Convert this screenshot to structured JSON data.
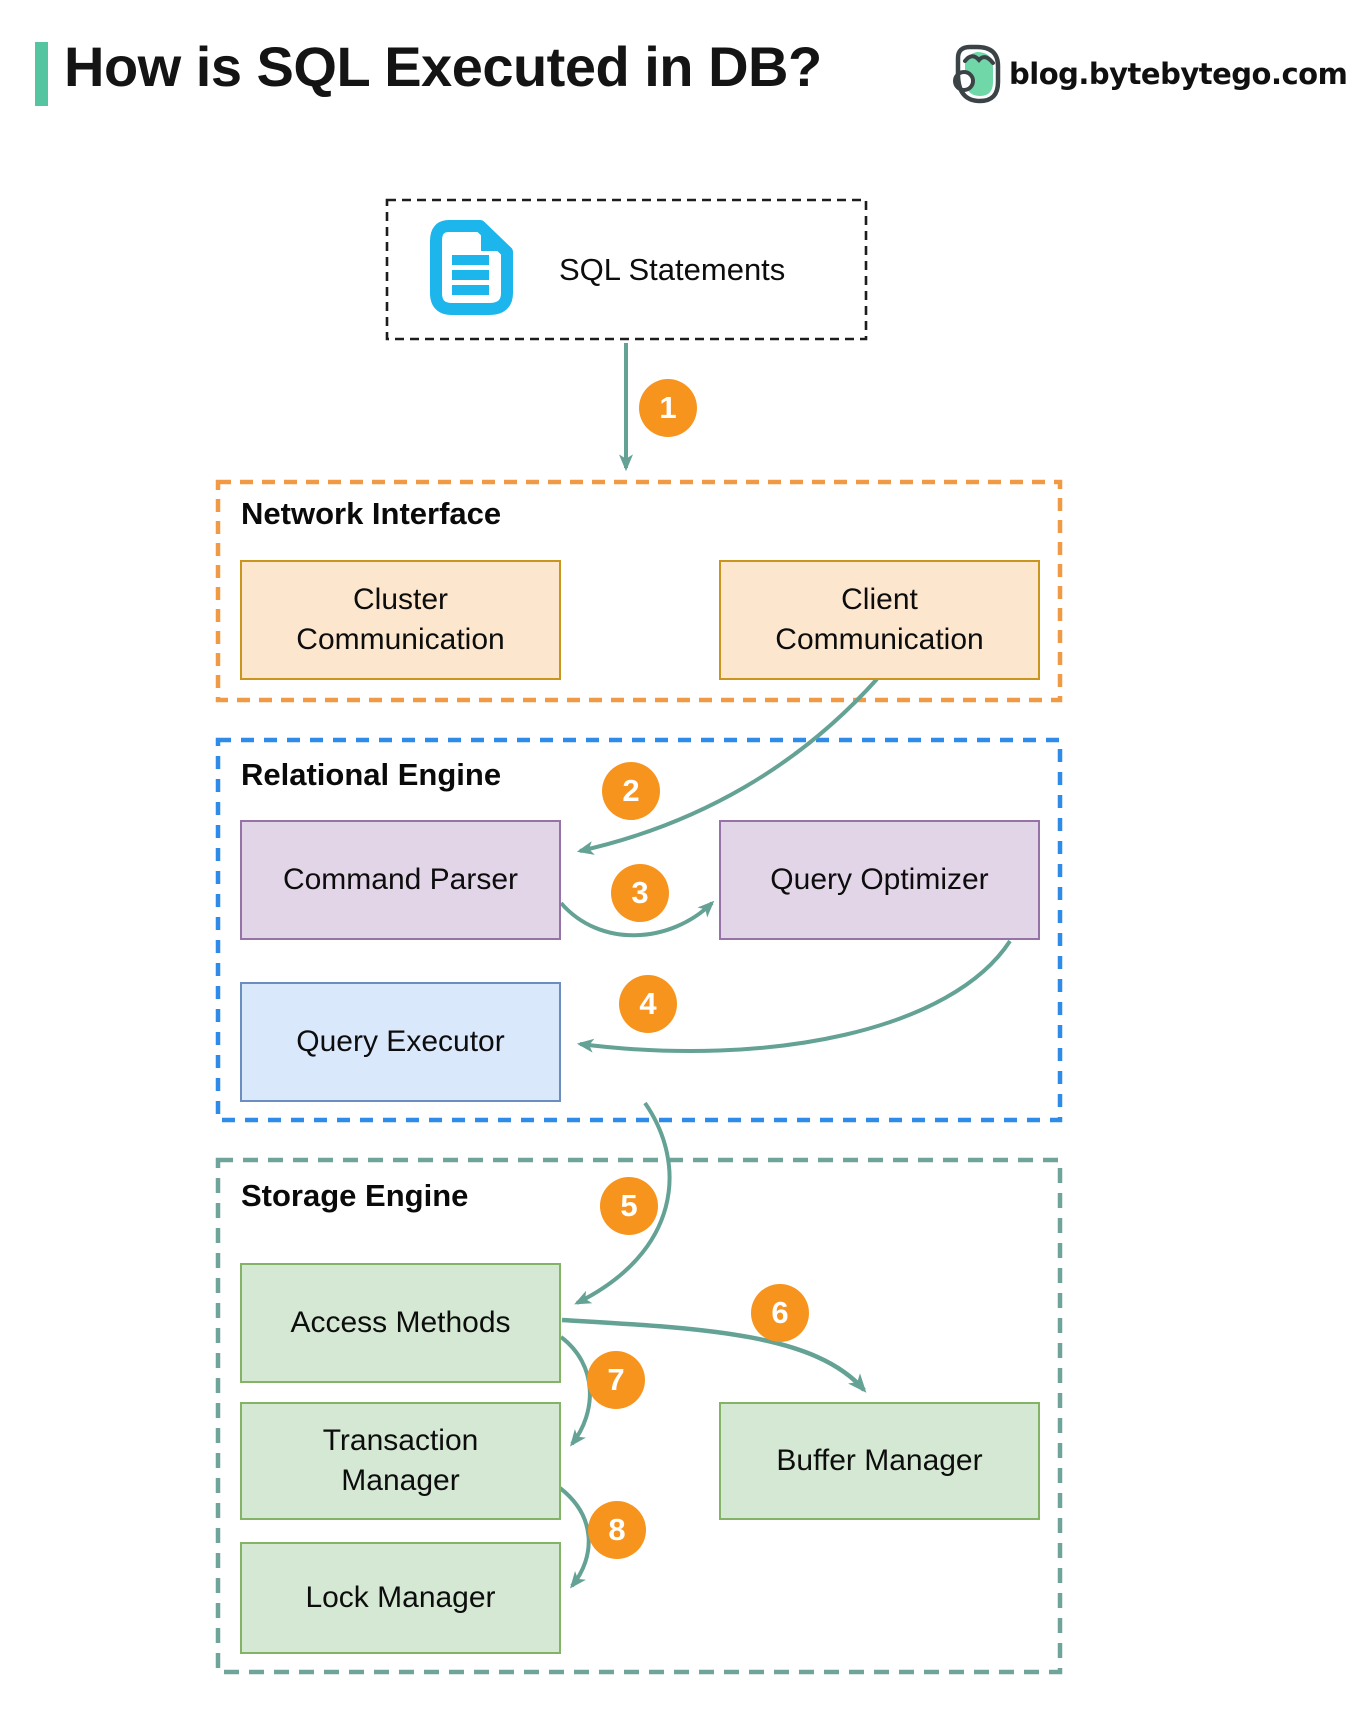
{
  "header": {
    "title": "How is SQL Executed in DB?",
    "site": "blog.bytebytego.com"
  },
  "diagram": {
    "source_label": "SQL Statements",
    "sections": {
      "network": {
        "label": "Network Interface",
        "boxes": {
          "cluster": {
            "label": "Cluster Communication"
          },
          "client": {
            "label": "Client Communication"
          }
        }
      },
      "relational": {
        "label": "Relational Engine",
        "boxes": {
          "command_parser": {
            "label": "Command Parser"
          },
          "query_optimizer": {
            "label": "Query Optimizer"
          },
          "query_executor": {
            "label": "Query Executor"
          }
        }
      },
      "storage": {
        "label": "Storage Engine",
        "boxes": {
          "access_methods": {
            "label": "Access Methods"
          },
          "transaction_manager": {
            "label": "Transaction Manager"
          },
          "lock_manager": {
            "label": "Lock Manager"
          },
          "buffer_manager": {
            "label": "Buffer Manager"
          }
        }
      }
    },
    "steps": [
      {
        "n": "1",
        "from": "SQL Statements",
        "to": "Network Interface"
      },
      {
        "n": "2",
        "from": "Client Communication",
        "to": "Command Parser"
      },
      {
        "n": "3",
        "from": "Command Parser",
        "to": "Query Optimizer"
      },
      {
        "n": "4",
        "from": "Query Optimizer",
        "to": "Query Executor"
      },
      {
        "n": "5",
        "from": "Query Executor",
        "to": "Access Methods"
      },
      {
        "n": "6",
        "from": "Access Methods",
        "to": "Buffer Manager"
      },
      {
        "n": "7",
        "from": "Access Methods",
        "to": "Transaction Manager"
      },
      {
        "n": "8",
        "from": "Transaction Manager",
        "to": "Lock Manager"
      }
    ],
    "colors": {
      "accent_bar": "#55C4A0",
      "arrow": "#63A294",
      "step_badge": "#F7941E",
      "document_icon": "#1CB5EC",
      "network_border": "#F09A45",
      "network_box_fill": "#FCE7CE",
      "network_box_stroke": "#C9951D",
      "relational_border": "#2F8BE8",
      "purple_fill": "#E2D5E8",
      "purple_stroke": "#9673A6",
      "blue_fill": "#DAE8FC",
      "blue_stroke": "#6C8EBF",
      "storage_border": "#6EA49A",
      "green_fill": "#D5E8D4",
      "green_stroke": "#82B366"
    }
  }
}
